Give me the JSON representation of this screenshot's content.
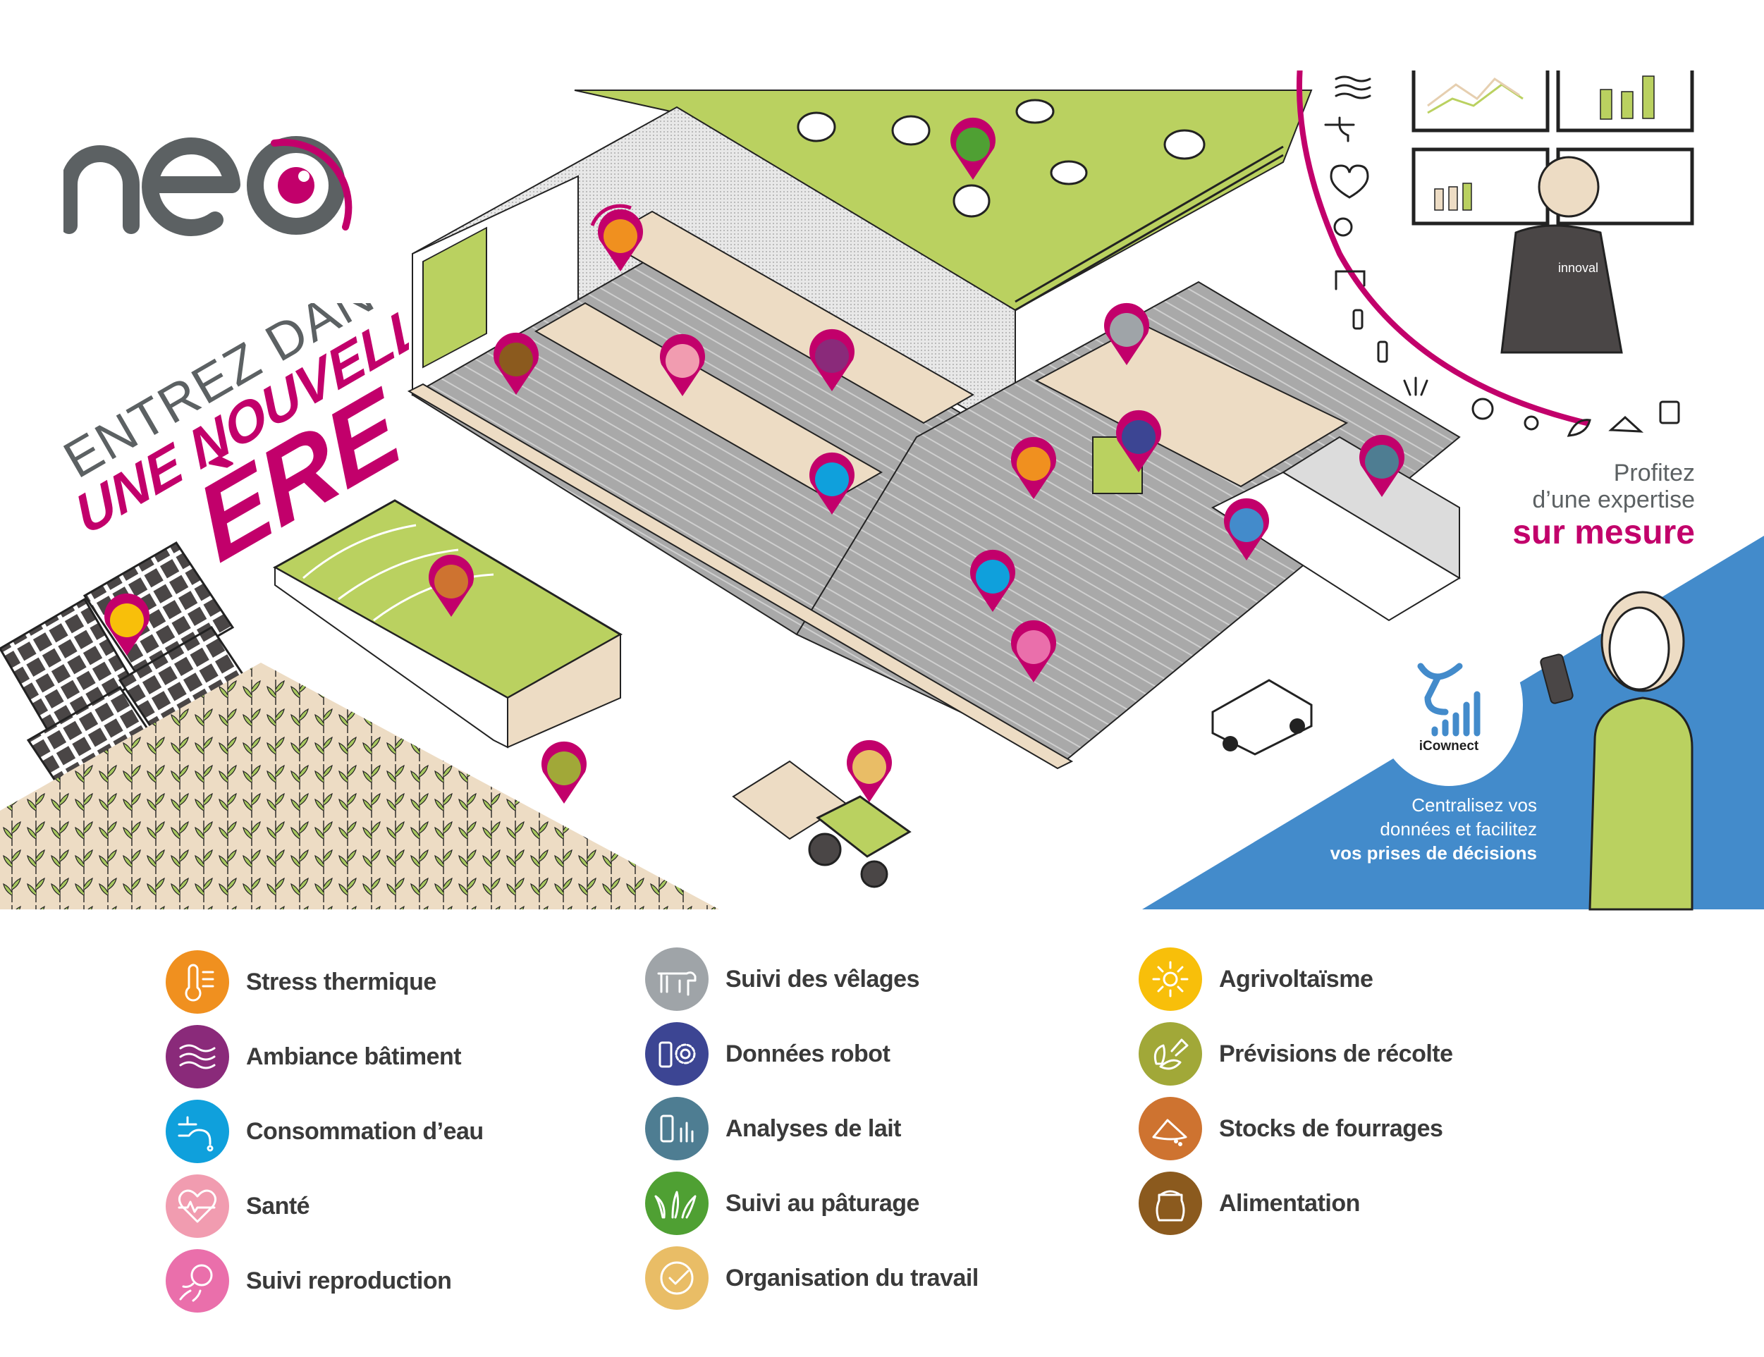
{
  "brand": {
    "logo_text": "neo",
    "colors": {
      "magenta": "#c2006b",
      "grey": "#5c6163",
      "grass": "#bad160",
      "floor": "#eddcc4",
      "blue": "#438bcb"
    }
  },
  "slogan": {
    "line1": "ENTREZ DANS",
    "line2": "UNE NOUVELLE",
    "line3": "ÈRE"
  },
  "expertise": {
    "line1": "Profitez",
    "line2": "d’une expertise",
    "line3": "sur mesure",
    "operator_shirt_logo": "innoval"
  },
  "icownect": {
    "app_name": "iCownect",
    "line1": "Centralisez vos",
    "line2": "données et facilitez",
    "line3": "vos prises de décisions"
  },
  "legend": {
    "columns": [
      [
        {
          "label": "Stress thermique",
          "icon": "thermometer-icon",
          "color": "#f0901f"
        },
        {
          "label": "Ambiance bâtiment",
          "icon": "air-waves-icon",
          "color": "#8a2a7a"
        },
        {
          "label": "Consommation d’eau",
          "icon": "water-tap-icon",
          "color": "#0fa0dc"
        },
        {
          "label": "Santé",
          "icon": "heart-pulse-icon",
          "color": "#f19cb0"
        },
        {
          "label": "Suivi reproduction",
          "icon": "reproduction-icon",
          "color": "#ea6fab"
        }
      ],
      [
        {
          "label": "Suivi des vêlages",
          "icon": "calf-icon",
          "color": "#9fa4a8"
        },
        {
          "label": "Données robot",
          "icon": "milk-robot-gear-icon",
          "color": "#3c4593"
        },
        {
          "label": "Analyses de lait",
          "icon": "milk-analysis-icon",
          "color": "#4e7d92"
        },
        {
          "label": "Suivi au pâturage",
          "icon": "grass-icon",
          "color": "#4fa033"
        },
        {
          "label": "Organisation du travail",
          "icon": "clock-check-icon",
          "color": "#e9bd66"
        }
      ],
      [
        {
          "label": "Agrivoltaïsme",
          "icon": "sun-icon",
          "color": "#f8bf0a"
        },
        {
          "label": "Prévisions de récolte",
          "icon": "corn-icon",
          "color": "#a1a838"
        },
        {
          "label": "Stocks de fourrages",
          "icon": "forage-pile-icon",
          "color": "#ce7330"
        },
        {
          "label": "Alimentation",
          "icon": "feed-sack-icon",
          "color": "#8b5a1e"
        }
      ]
    ]
  }
}
